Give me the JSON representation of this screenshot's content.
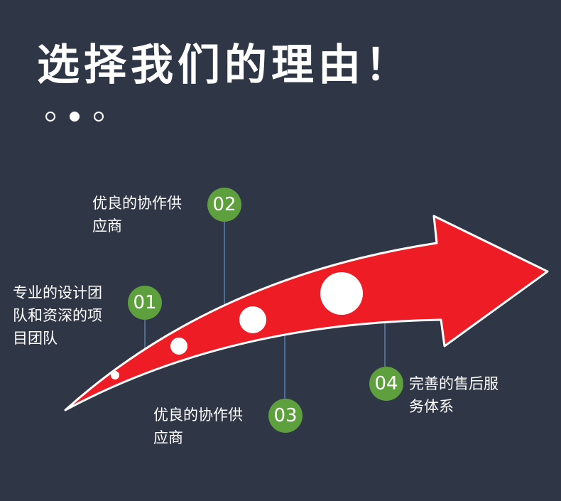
{
  "title": "选择我们的理由！",
  "indicator": {
    "count": 3,
    "active_index": 1
  },
  "colors": {
    "background": "#2f3746",
    "arrow": "#ee1c25",
    "badge": "#5fa03e",
    "connector": "#4a6e96"
  },
  "reasons": [
    {
      "number": "01",
      "text": "专业的设计团\n队和资深的项\n目团队"
    },
    {
      "number": "02",
      "text": "优良的协作供\n应商"
    },
    {
      "number": "03",
      "text": "优良的协作供\n应商"
    },
    {
      "number": "04",
      "text": "完善的售后服\n务体系"
    }
  ]
}
